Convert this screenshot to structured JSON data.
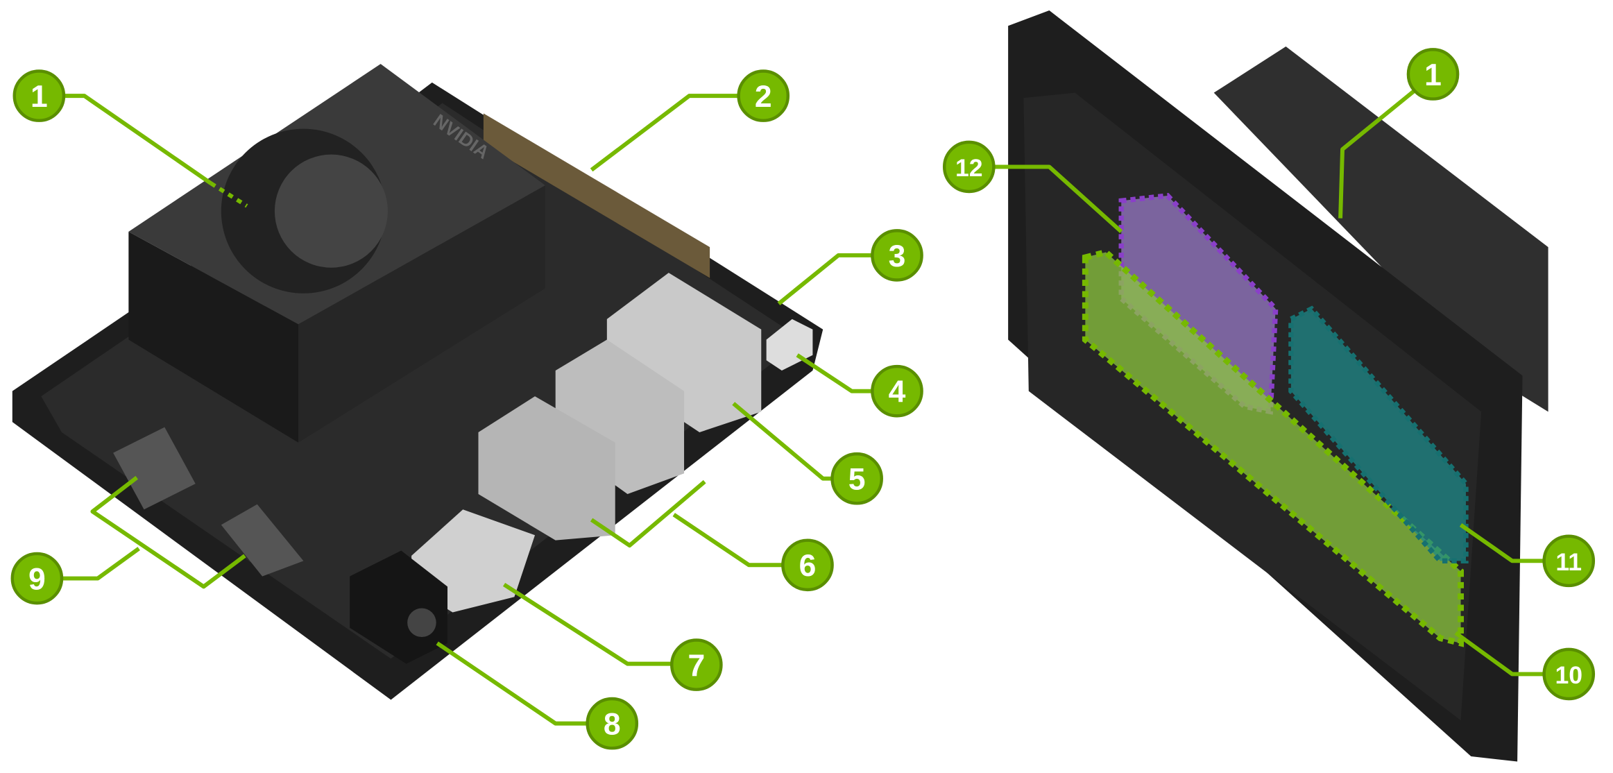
{
  "colors": {
    "accent": "#76b900",
    "accent_border": "#5a8f00",
    "device": "#2a2a2a",
    "highlight_purple": "#8a3fc9",
    "highlight_teal": "#1f8a8a",
    "highlight_green": "#8cc63f"
  },
  "device_left": {
    "logo": "NVIDIA"
  },
  "callouts": [
    {
      "id": "c1-left",
      "label": "1"
    },
    {
      "id": "c2",
      "label": "2"
    },
    {
      "id": "c3",
      "label": "3"
    },
    {
      "id": "c4",
      "label": "4"
    },
    {
      "id": "c5",
      "label": "5"
    },
    {
      "id": "c6",
      "label": "6"
    },
    {
      "id": "c7",
      "label": "7"
    },
    {
      "id": "c8",
      "label": "8"
    },
    {
      "id": "c9",
      "label": "9"
    },
    {
      "id": "c1-right",
      "label": "1"
    },
    {
      "id": "c12",
      "label": "12"
    },
    {
      "id": "c11",
      "label": "11"
    },
    {
      "id": "c10",
      "label": "10"
    }
  ]
}
